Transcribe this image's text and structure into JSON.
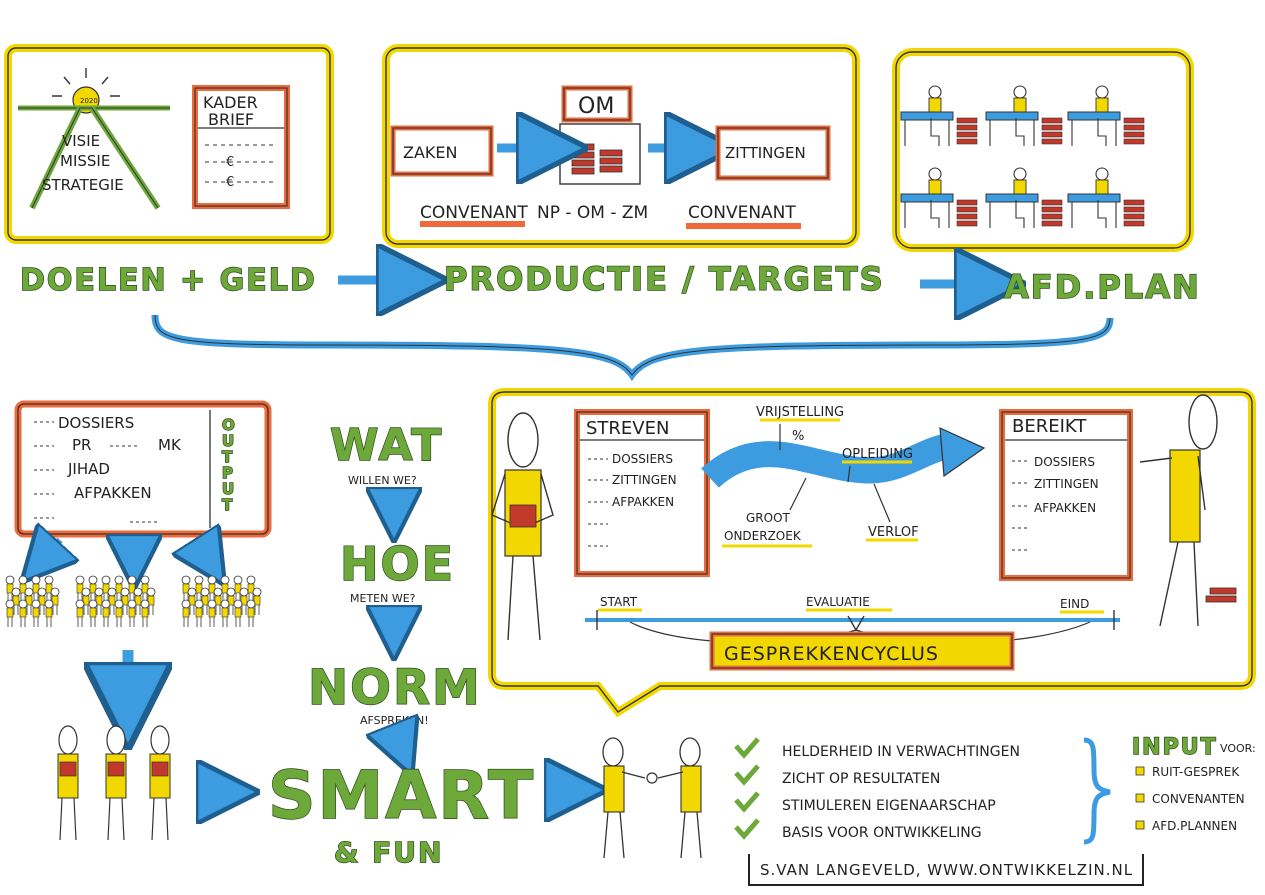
{
  "top": {
    "vision": [
      "VISIE",
      "MISSIE",
      "STRATEGIE"
    ],
    "sun_label": "2020",
    "kaderbrief": [
      "KADER",
      "BRIEF"
    ],
    "euro": "€",
    "om": "OM",
    "zaken": "ZAKEN",
    "zittingen": "ZITTINGEN",
    "convenant_left": "CONVENANT",
    "np_om_zm": "NP - OM - ZM",
    "convenant_right": "CONVENANT",
    "doelen_geld": "DOELEN + GELD",
    "productie_targets": "PRODUCTIE / TARGETS",
    "afd_plan": "AFD.PLAN"
  },
  "output": {
    "items": [
      "DOSSIERS",
      "PR",
      "MK",
      "JIHAD",
      "AFPAKKEN"
    ],
    "side_label": "OUTPUT"
  },
  "middle": {
    "wat": "WAT",
    "wat_sub": "WILLEN WE?",
    "hoe": "HOE",
    "hoe_sub": "METEN WE?",
    "norm": "NORM",
    "norm_sub": "AFSPREKEN!",
    "smart": "SMART",
    "fun": "& FUN"
  },
  "cycle": {
    "streven_title": "STREVEN",
    "streven_items": [
      "DOSSIERS",
      "ZITTINGEN",
      "AFPAKKEN"
    ],
    "bereikt_title": "BEREIKT",
    "bereikt_items": [
      "DOSSIERS",
      "ZITTINGEN",
      "AFPAKKEN"
    ],
    "vrijstelling": "VRIJSTELLING",
    "percent": "%",
    "opleiding": "OPLEIDING",
    "groot_onderzoek": [
      "GROOT",
      "ONDERZOEK"
    ],
    "verlof": "VERLOF",
    "start": "START",
    "evaluatie": "EVALUATIE",
    "eind": "EIND",
    "gesprekkencyclus": "GESPREKKENCYCLUS"
  },
  "benefits": [
    "HELDERHEID IN VERWACHTINGEN",
    "ZICHT OP RESULTATEN",
    "STIMULEREN EIGENAARSCHAP",
    "BASIS VOOR ONTWIKKELING"
  ],
  "input": {
    "title": "INPUT",
    "voor": "VOOR:",
    "items": [
      "RUIT-GESPREK",
      "CONVENANTEN",
      "AFD.PLANNEN"
    ]
  },
  "credit": "S.VAN LANGEVELD, WWW.ONTWIKKELZIN.NL",
  "colors": {
    "yellow": "#f2d800",
    "green": "#6da83a",
    "blue": "#3d9be0",
    "orange": "#ee6a3a",
    "red": "#c0392b"
  }
}
